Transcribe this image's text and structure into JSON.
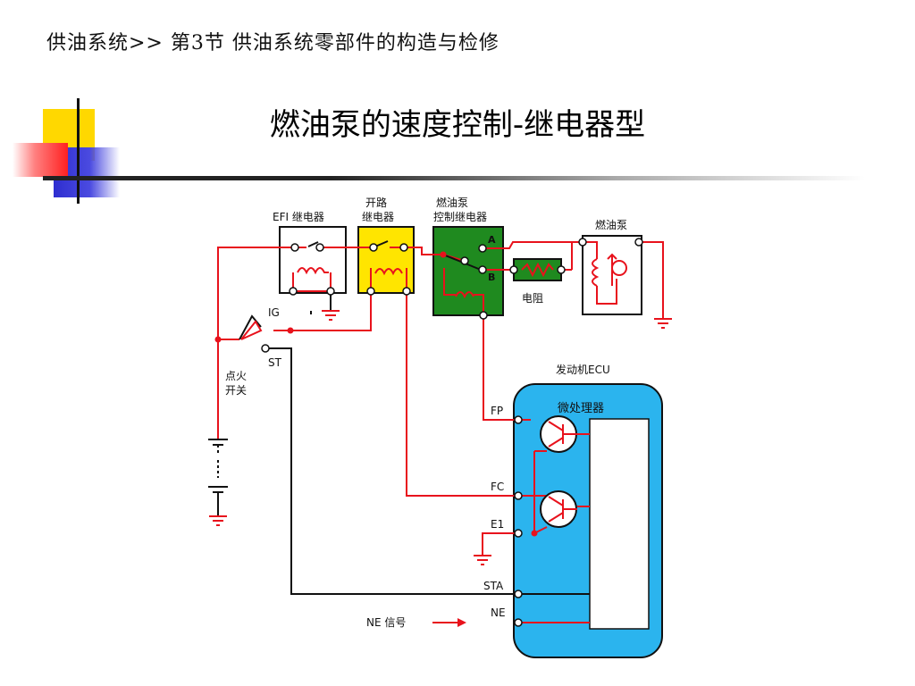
{
  "breadcrumb": "供油系统>> 第3节 供油系统零部件的构造与检修",
  "title": "燃油泵的速度控制-继电器型",
  "diagram": {
    "efi_relay": "EFI 继电器",
    "circuit_opening_relay_1": "开路",
    "circuit_opening_relay_2": "继电器",
    "pump_control_relay_1": "燃油泵",
    "pump_control_relay_2": "控制继电器",
    "fuel_pump": "燃油泵",
    "resistor": "电阻",
    "terminal_a": "A",
    "terminal_b": "B",
    "ig": "IG",
    "st": "ST",
    "ignition_switch_1": "点火",
    "ignition_switch_2": "开关",
    "ecu_title": "发动机ECU",
    "microprocessor": "微处理器",
    "fp": "FP",
    "fc": "FC",
    "e1": "E1",
    "sta": "STA",
    "ne_pin": "NE",
    "ne_signal": "NE 信号"
  },
  "colors": {
    "wire": "#e8121c",
    "relay_yellow": "#ffe500",
    "relay_green": "#1f8a1f",
    "ecu_blue": "#2bb4ee",
    "deco_yellow": "#ffd800",
    "deco_red": "#ff2a2a",
    "deco_blue": "#3a3ad0"
  }
}
